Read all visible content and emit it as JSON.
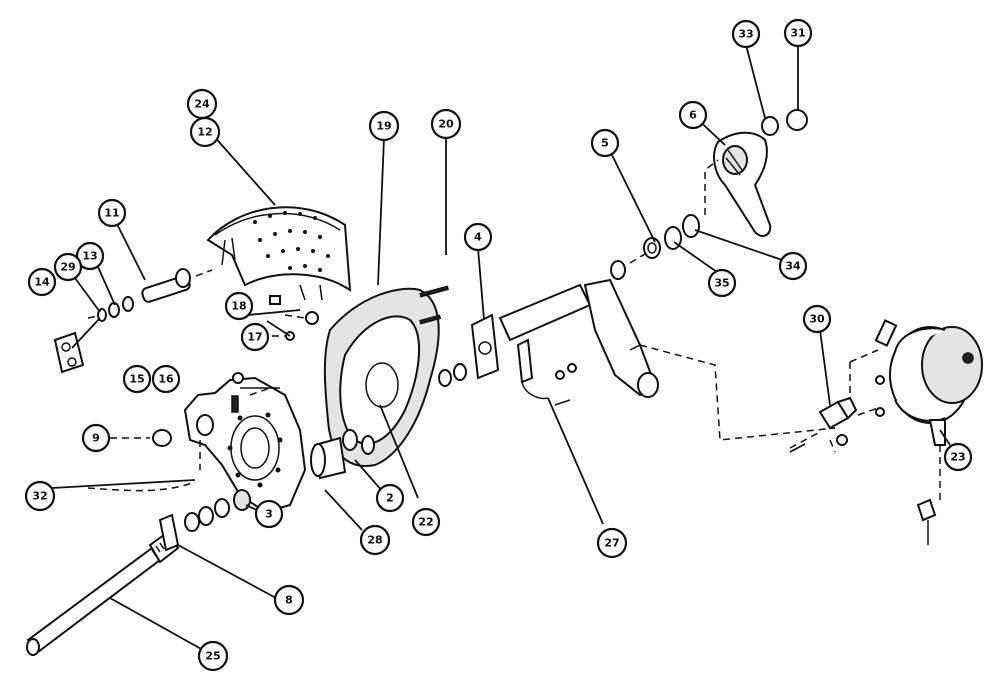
{
  "callouts": {
    "c24": "24",
    "c12": "12",
    "c19": "19",
    "c20": "20",
    "c4": "4",
    "c5": "5",
    "c6": "6",
    "c33": "33",
    "c31": "31",
    "c34": "34",
    "c35": "35",
    "c11": "11",
    "c13": "13",
    "c29": "29",
    "c14": "14",
    "c18": "18",
    "c17": "17",
    "c15": "15",
    "c16": "16",
    "c9": "9",
    "c30": "30",
    "c23": "23",
    "c2": "2",
    "c22": "22",
    "c27": "27",
    "c3": "3",
    "c28": "28",
    "c32": "32",
    "c8": "8",
    "c25": "25"
  }
}
